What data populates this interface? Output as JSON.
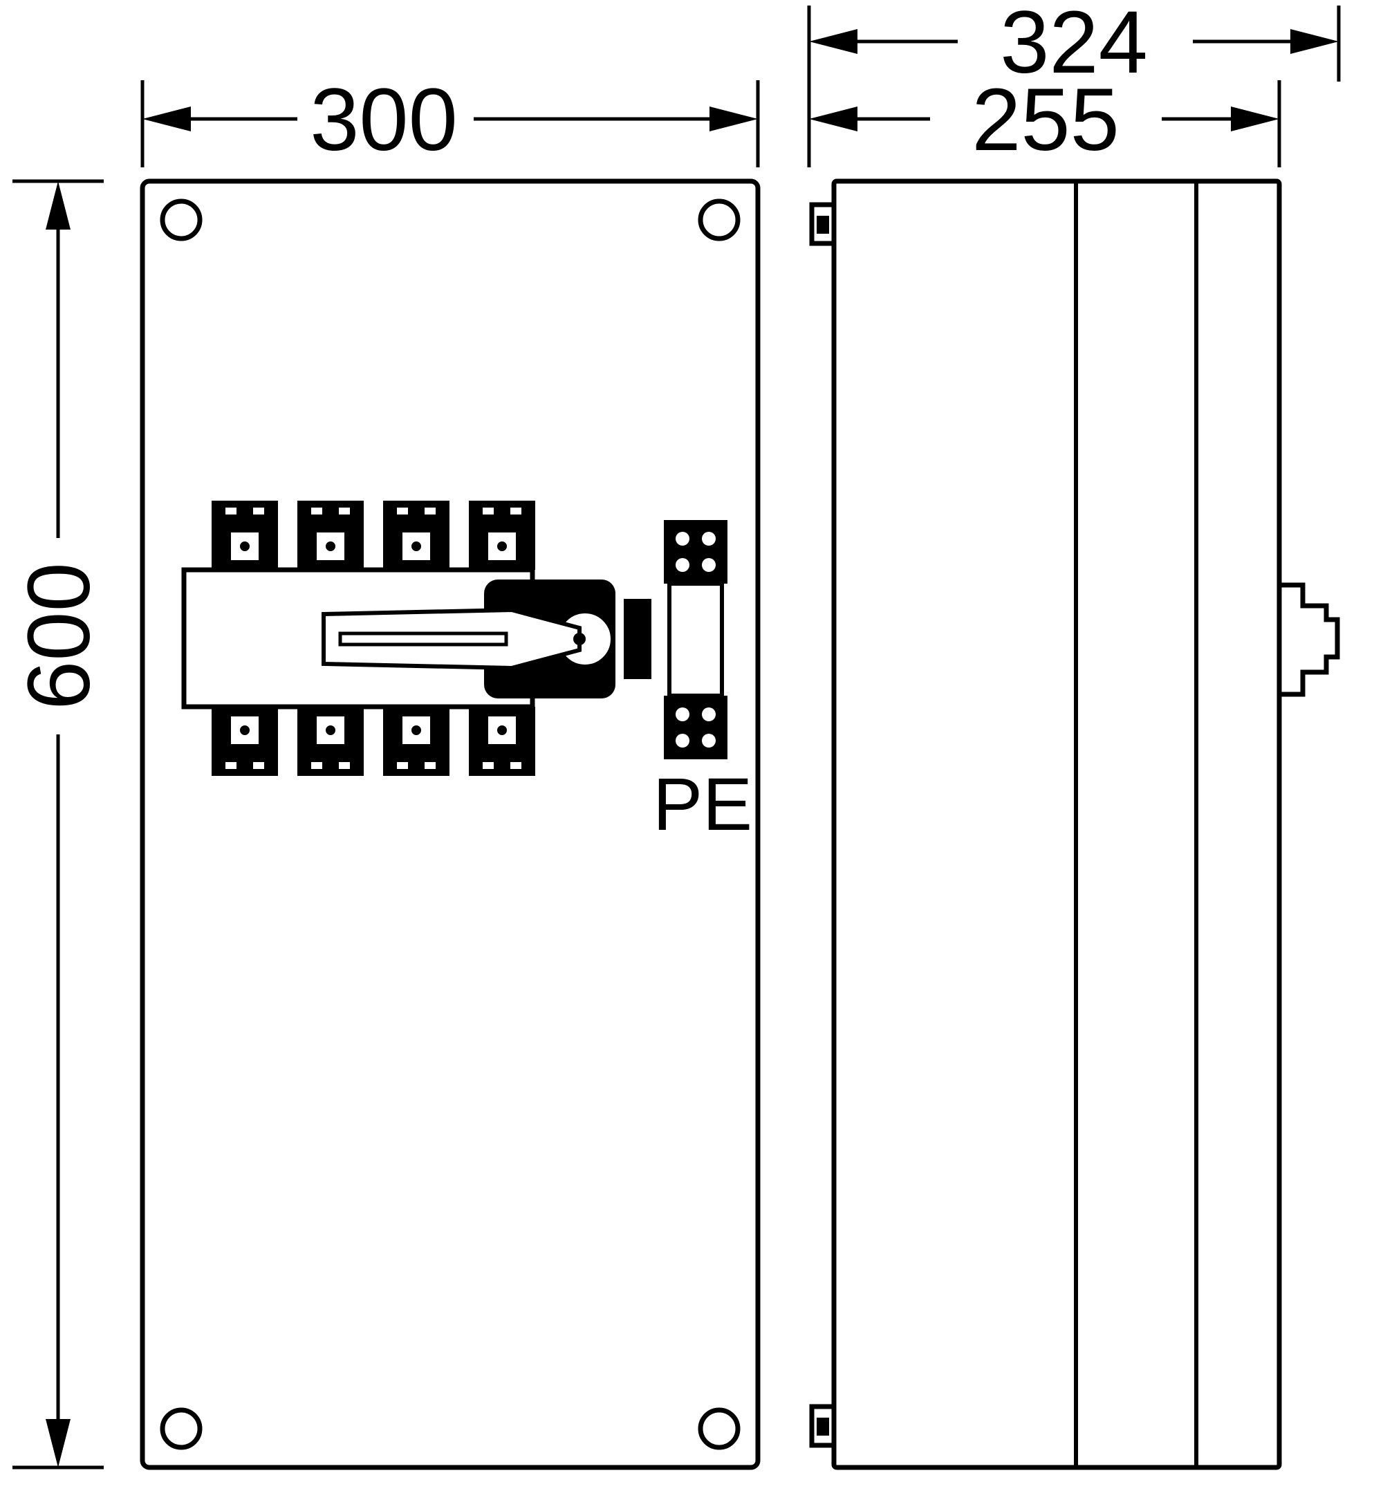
{
  "colors": {
    "line": "#000000",
    "background": "#ffffff"
  },
  "front_view": {
    "width_label": "300",
    "height_label": "600",
    "pe_label": "PE"
  },
  "side_view": {
    "total_depth_label": "324",
    "enclosure_depth_label": "255"
  }
}
